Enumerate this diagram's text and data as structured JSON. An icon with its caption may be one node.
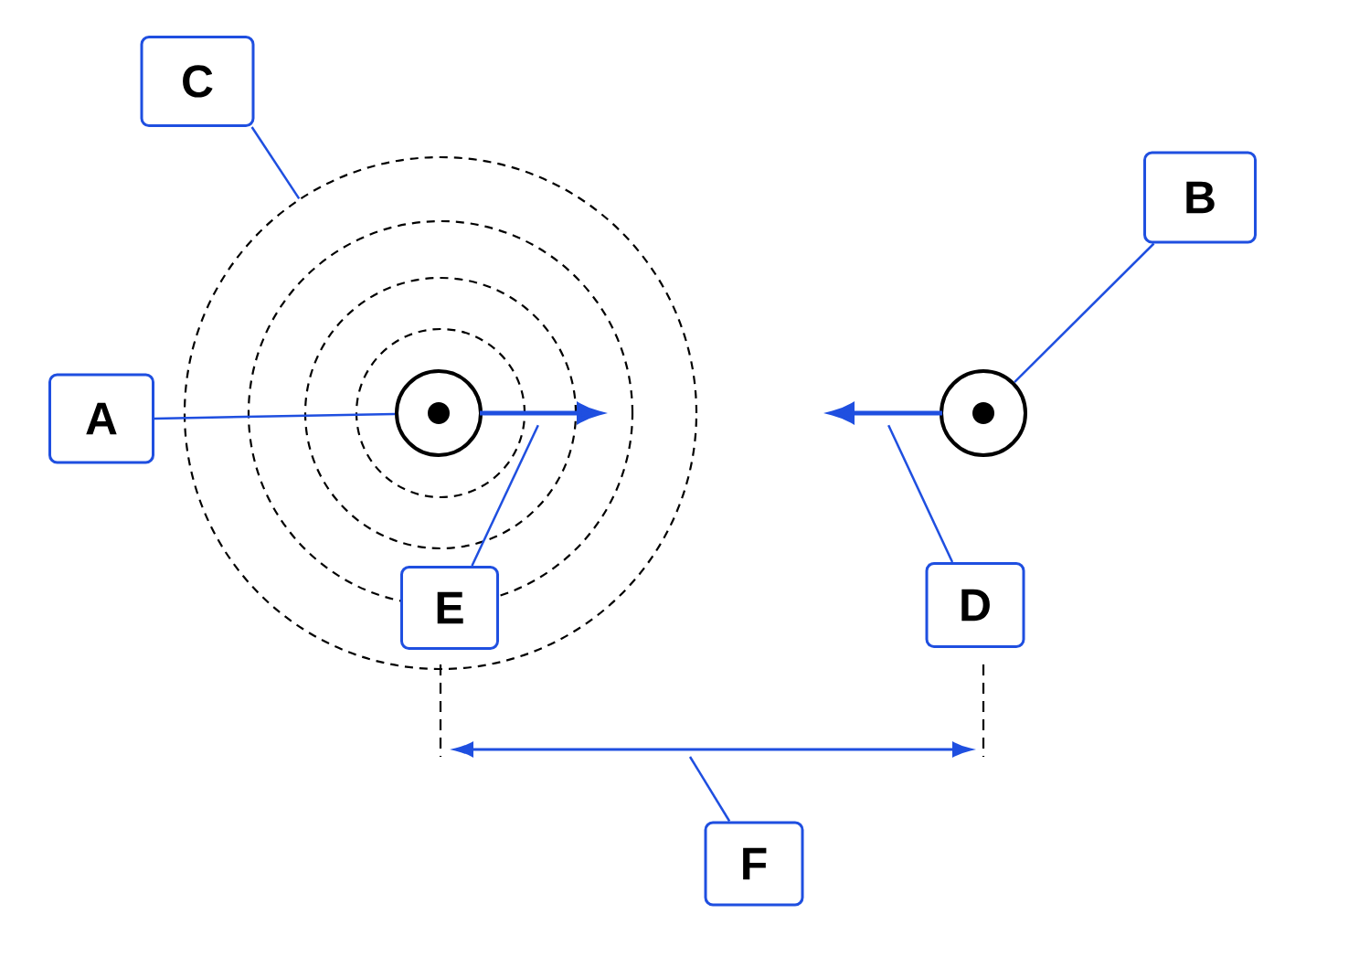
{
  "diagram": {
    "nodes": [
      {
        "text": [
          "C"
        ]
      },
      {
        "text": [
          "B"
        ]
      },
      {
        "text": [
          "A"
        ]
      },
      {
        "text": [
          "E"
        ],
        "in": 6
      },
      {
        "text": [
          "D"
        ]
      },
      {
        "text": [
          "F"
        ]
      },
      {
        "text": [],
        "shape": "circle"
      },
      {
        "text": [],
        "shape": "circle",
        "in": 6
      },
      {
        "text": [],
        "shape": "circle"
      },
      {
        "text": [],
        "shape": "arrow",
        "in": 6
      },
      {
        "text": [],
        "shape": "arrow"
      }
    ],
    "edges": [
      {
        "from": 0,
        "to": 6,
        "arrow": "none"
      },
      {
        "from": 1,
        "to": 8,
        "arrow": "none"
      },
      {
        "from": 2,
        "to": 7,
        "arrow": "none"
      },
      {
        "from": 3,
        "to": 9,
        "arrow": "none"
      },
      {
        "from": 4,
        "to": 10,
        "arrow": "none"
      },
      {
        "from": 5,
        "to": null,
        "arrow": "none"
      }
    ]
  }
}
